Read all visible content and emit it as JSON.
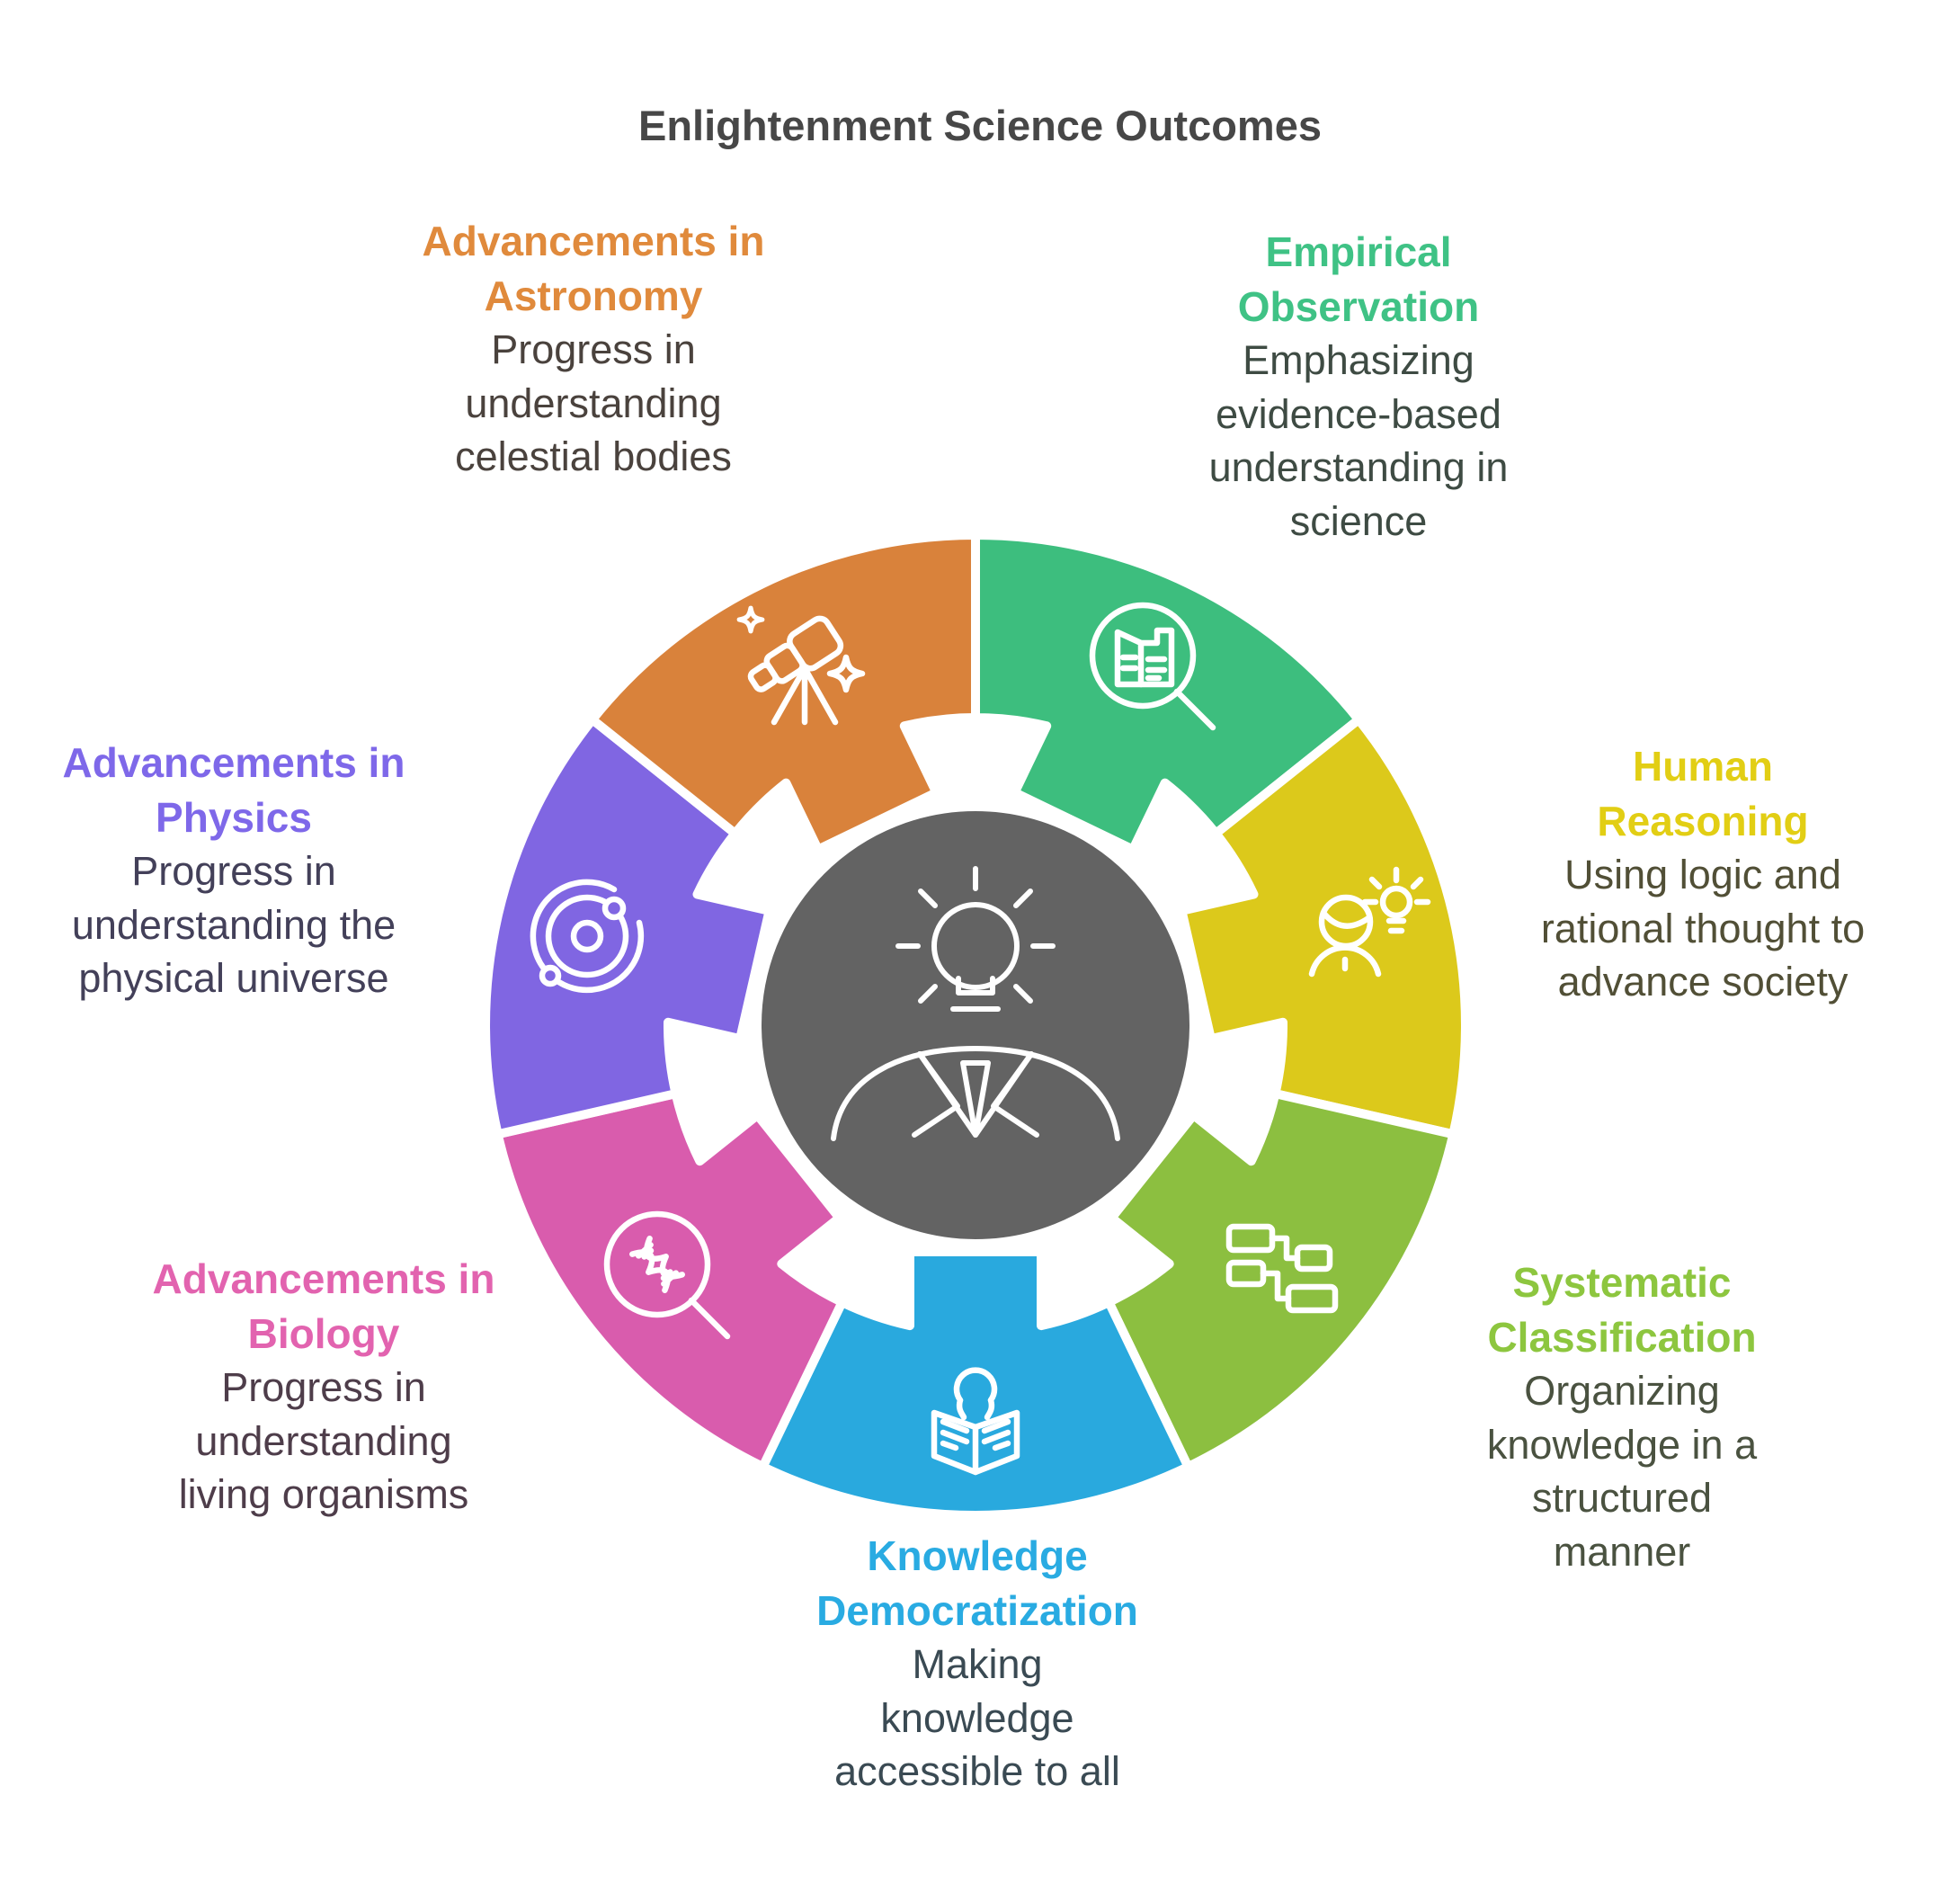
{
  "title": "Enlightenment Science Outcomes",
  "title_color": "#474747",
  "wheel": {
    "divider_color": "#ffffff",
    "background": "#ffffff"
  },
  "center": {
    "icon": "idea-person-icon",
    "color": "#636363",
    "icon_color": "#ffffff"
  },
  "segments": [
    {
      "id": "empirical-observation",
      "label": "Empirical\nObservation",
      "description": "Emphasizing\nevidence-based\nunderstanding in\nscience",
      "color": "#3DBE7E",
      "label_color": "#3FC285",
      "desc_color": "#3E4B43",
      "icon": "document-magnifier-icon"
    },
    {
      "id": "human-reasoning",
      "label": "Human\nReasoning",
      "description": "Using logic and\nrational thought to\nadvance society",
      "color": "#DCC91B",
      "label_color": "#E2CE14",
      "desc_color": "#514F36",
      "icon": "person-lightbulb-icon"
    },
    {
      "id": "systematic-classification",
      "label": "Systematic\nClassification",
      "description": "Organizing\nknowledge in a\nstructured\nmanner",
      "color": "#8CBF40",
      "label_color": "#8DC63F",
      "desc_color": "#4A5240",
      "icon": "hierarchy-icon"
    },
    {
      "id": "knowledge-democratization",
      "label": "Knowledge\nDemocratization",
      "description": "Making\nknowledge\naccessible to all",
      "color": "#29A9DE",
      "label_color": "#29ABE2",
      "desc_color": "#3A4A53",
      "icon": "reader-book-icon"
    },
    {
      "id": "advancements-in-biology",
      "label": "Advancements in\nBiology",
      "description": "Progress in\nunderstanding\nliving organisms",
      "color": "#D95CAD",
      "label_color": "#E263AF",
      "desc_color": "#4E3D4A",
      "icon": "dna-magnifier-icon"
    },
    {
      "id": "advancements-in-physics",
      "label": "Advancements in\nPhysics",
      "description": "Progress in\nunderstanding the\nphysical universe",
      "color": "#8066E2",
      "label_color": "#7E68E9",
      "desc_color": "#434059",
      "icon": "atom-icon"
    },
    {
      "id": "advancements-in-astronomy",
      "label": "Advancements in\nAstronomy",
      "description": "Progress in\nunderstanding\ncelestial bodies",
      "color": "#D9823B",
      "label_color": "#E08A3C",
      "desc_color": "#4A423D",
      "icon": "telescope-icon"
    }
  ]
}
